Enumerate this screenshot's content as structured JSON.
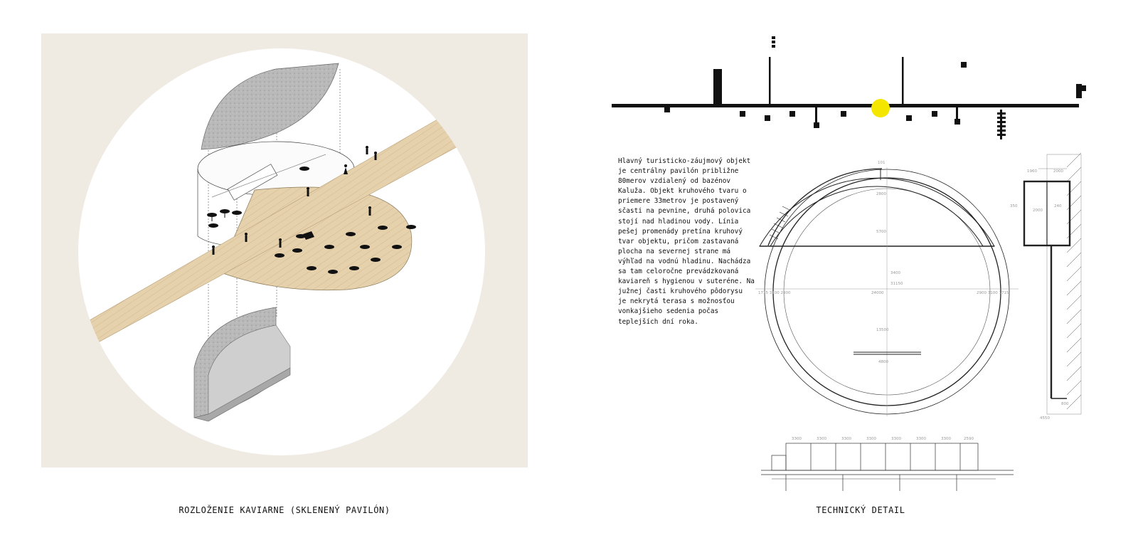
{
  "captions": {
    "left": "ROZLOŽENIE KAVIARNE (SKLENENÝ PAVILÓN)",
    "right": "TECHNICKÝ DETAIL"
  },
  "description": {
    "lines": [
      "Hlavný turisticko-záujmový objekt",
      "je centrálny pavilón približne",
      "80merov vzdialený od bazénov",
      "Kaluža. Objekt kruhového tvaru o",
      "priemere 33metrov je postavený",
      "sčasti na pevnine, druhá polovica",
      "stojí nad hladinou vody. Línia",
      "pešej promenády pretína kruhový",
      "tvar objektu, pričom zastavaná",
      "plocha na severnej strane má",
      "výhľad na vodnú hladinu. Nachádza",
      "sa tam celoročne prevádzkovaná",
      "kaviareň s hygienou v suteréne. Na",
      "južnej časti kruhového pôdorysu",
      "je nekrytá terasa s možnosťou",
      "vonkajšieho sedenia počas",
      "teplejších dní roka."
    ]
  },
  "colors": {
    "panel_bg": "#efebe2",
    "wood": "#e6d1ad",
    "concrete": "#b5b5b5",
    "sun": "#f5e600",
    "line": "#111111"
  },
  "icons": [
    "sun-marker",
    "person-silhouette",
    "cafe-table"
  ]
}
